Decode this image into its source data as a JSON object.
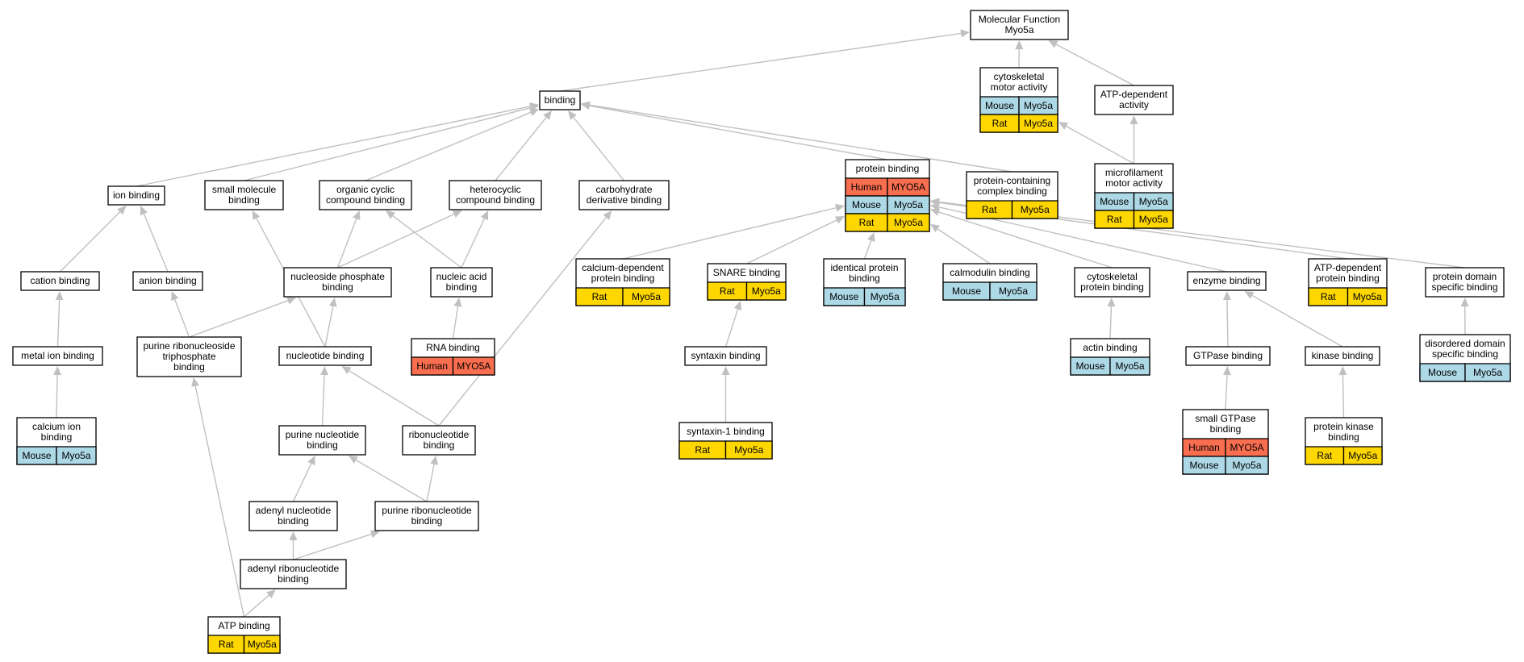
{
  "colors": {
    "edge": "#c0c0c0",
    "Human": "#fa6e50",
    "Mouse": "#add8e6",
    "Rat": "#ffd700"
  },
  "nodes": [
    {
      "id": "molecular_function",
      "label": [
        "Molecular Function",
        "Myo5a"
      ],
      "rows": []
    },
    {
      "id": "cytoskeletal_motor_activity",
      "label": [
        "cytoskeletal",
        "motor activity"
      ],
      "rows": [
        [
          "Mouse",
          "Myo5a"
        ],
        [
          "Rat",
          "Myo5a"
        ]
      ]
    },
    {
      "id": "atp_dependent_activity",
      "label": [
        "ATP-dependent",
        "activity"
      ],
      "rows": []
    },
    {
      "id": "microfilament_motor_activity",
      "label": [
        "microfilament",
        "motor activity"
      ],
      "rows": [
        [
          "Mouse",
          "Myo5a"
        ],
        [
          "Rat",
          "Myo5a"
        ]
      ]
    },
    {
      "id": "binding",
      "label": [
        "binding"
      ],
      "rows": []
    },
    {
      "id": "ion_binding",
      "label": [
        "ion binding"
      ],
      "rows": []
    },
    {
      "id": "small_molecule_binding",
      "label": [
        "small molecule",
        "binding"
      ],
      "rows": []
    },
    {
      "id": "organic_cyclic_compound_binding",
      "label": [
        "organic cyclic",
        "compound binding"
      ],
      "rows": []
    },
    {
      "id": "heterocyclic_compound_binding",
      "label": [
        "heterocyclic",
        "compound binding"
      ],
      "rows": []
    },
    {
      "id": "carbohydrate_derivative_binding",
      "label": [
        "carbohydrate",
        "derivative binding"
      ],
      "rows": []
    },
    {
      "id": "protein_binding",
      "label": [
        "protein binding"
      ],
      "rows": [
        [
          "Human",
          "MYO5A"
        ],
        [
          "Mouse",
          "Myo5a"
        ],
        [
          "Rat",
          "Myo5a"
        ]
      ]
    },
    {
      "id": "protein_containing_complex_binding",
      "label": [
        "protein-containing",
        "complex binding"
      ],
      "rows": [
        [
          "Rat",
          "Myo5a"
        ]
      ]
    },
    {
      "id": "cation_binding",
      "label": [
        "cation binding"
      ],
      "rows": []
    },
    {
      "id": "anion_binding",
      "label": [
        "anion binding"
      ],
      "rows": []
    },
    {
      "id": "nucleoside_phosphate_binding",
      "label": [
        "nucleoside phosphate",
        "binding"
      ],
      "rows": []
    },
    {
      "id": "nucleic_acid_binding",
      "label": [
        "nucleic acid",
        "binding"
      ],
      "rows": []
    },
    {
      "id": "calcium_dependent_protein_binding",
      "label": [
        "calcium-dependent",
        "protein binding"
      ],
      "rows": [
        [
          "Rat",
          "Myo5a"
        ]
      ]
    },
    {
      "id": "snare_binding",
      "label": [
        "SNARE binding"
      ],
      "rows": [
        [
          "Rat",
          "Myo5a"
        ]
      ]
    },
    {
      "id": "identical_protein_binding",
      "label": [
        "identical protein",
        "binding"
      ],
      "rows": [
        [
          "Mouse",
          "Myo5a"
        ]
      ]
    },
    {
      "id": "calmodulin_binding",
      "label": [
        "calmodulin binding"
      ],
      "rows": [
        [
          "Mouse",
          "Myo5a"
        ]
      ]
    },
    {
      "id": "cytoskeletal_protein_binding",
      "label": [
        "cytoskeletal",
        "protein binding"
      ],
      "rows": []
    },
    {
      "id": "enzyme_binding",
      "label": [
        "enzyme binding"
      ],
      "rows": []
    },
    {
      "id": "atp_dependent_protein_binding",
      "label": [
        "ATP-dependent",
        "protein binding"
      ],
      "rows": [
        [
          "Rat",
          "Myo5a"
        ]
      ]
    },
    {
      "id": "protein_domain_specific_binding",
      "label": [
        "protein domain",
        "specific binding"
      ],
      "rows": []
    },
    {
      "id": "metal_ion_binding",
      "label": [
        "metal ion binding"
      ],
      "rows": []
    },
    {
      "id": "purine_ribonucleoside_triphosphate_binding",
      "label": [
        "purine ribonucleoside",
        "triphosphate",
        "binding"
      ],
      "rows": []
    },
    {
      "id": "nucleotide_binding",
      "label": [
        "nucleotide binding"
      ],
      "rows": []
    },
    {
      "id": "rna_binding",
      "label": [
        "RNA binding"
      ],
      "rows": [
        [
          "Human",
          "MYO5A"
        ]
      ]
    },
    {
      "id": "syntaxin_binding",
      "label": [
        "syntaxin binding"
      ],
      "rows": []
    },
    {
      "id": "actin_binding",
      "label": [
        "actin binding"
      ],
      "rows": [
        [
          "Mouse",
          "Myo5a"
        ]
      ]
    },
    {
      "id": "gtpase_binding",
      "label": [
        "GTPase binding"
      ],
      "rows": []
    },
    {
      "id": "kinase_binding",
      "label": [
        "kinase binding"
      ],
      "rows": []
    },
    {
      "id": "disordered_domain_specific_binding",
      "label": [
        "disordered domain",
        "specific binding"
      ],
      "rows": [
        [
          "Mouse",
          "Myo5a"
        ]
      ]
    },
    {
      "id": "calcium_ion_binding",
      "label": [
        "calcium ion",
        "binding"
      ],
      "rows": [
        [
          "Mouse",
          "Myo5a"
        ]
      ]
    },
    {
      "id": "purine_nucleotide_binding",
      "label": [
        "purine nucleotide",
        "binding"
      ],
      "rows": []
    },
    {
      "id": "ribonucleotide_binding",
      "label": [
        "ribonucleotide",
        "binding"
      ],
      "rows": []
    },
    {
      "id": "syntaxin_1_binding",
      "label": [
        "syntaxin-1 binding"
      ],
      "rows": [
        [
          "Rat",
          "Myo5a"
        ]
      ]
    },
    {
      "id": "small_gtpase_binding",
      "label": [
        "small GTPase",
        "binding"
      ],
      "rows": [
        [
          "Human",
          "MYO5A"
        ],
        [
          "Mouse",
          "Myo5a"
        ]
      ]
    },
    {
      "id": "protein_kinase_binding",
      "label": [
        "protein kinase",
        "binding"
      ],
      "rows": [
        [
          "Rat",
          "Myo5a"
        ]
      ]
    },
    {
      "id": "adenyl_nucleotide_binding",
      "label": [
        "adenyl nucleotide",
        "binding"
      ],
      "rows": []
    },
    {
      "id": "purine_ribonucleotide_binding",
      "label": [
        "purine ribonucleotide",
        "binding"
      ],
      "rows": []
    },
    {
      "id": "adenyl_ribonucleotide_binding",
      "label": [
        "adenyl ribonucleotide",
        "binding"
      ],
      "rows": []
    },
    {
      "id": "atp_binding",
      "label": [
        "ATP binding"
      ],
      "rows": [
        [
          "Rat",
          "Myo5a"
        ]
      ]
    }
  ],
  "edges": [
    [
      "binding",
      "molecular_function"
    ],
    [
      "cytoskeletal_motor_activity",
      "molecular_function"
    ],
    [
      "atp_dependent_activity",
      "molecular_function"
    ],
    [
      "microfilament_motor_activity",
      "cytoskeletal_motor_activity"
    ],
    [
      "microfilament_motor_activity",
      "atp_dependent_activity"
    ],
    [
      "ion_binding",
      "binding"
    ],
    [
      "small_molecule_binding",
      "binding"
    ],
    [
      "organic_cyclic_compound_binding",
      "binding"
    ],
    [
      "heterocyclic_compound_binding",
      "binding"
    ],
    [
      "carbohydrate_derivative_binding",
      "binding"
    ],
    [
      "protein_binding",
      "binding"
    ],
    [
      "protein_containing_complex_binding",
      "binding"
    ],
    [
      "cation_binding",
      "ion_binding"
    ],
    [
      "anion_binding",
      "ion_binding"
    ],
    [
      "metal_ion_binding",
      "cation_binding"
    ],
    [
      "calcium_ion_binding",
      "metal_ion_binding"
    ],
    [
      "purine_ribonucleoside_triphosphate_binding",
      "anion_binding"
    ],
    [
      "purine_ribonucleoside_triphosphate_binding",
      "nucleoside_phosphate_binding"
    ],
    [
      "nucleoside_phosphate_binding",
      "organic_cyclic_compound_binding"
    ],
    [
      "nucleoside_phosphate_binding",
      "heterocyclic_compound_binding"
    ],
    [
      "nucleic_acid_binding",
      "organic_cyclic_compound_binding"
    ],
    [
      "nucleic_acid_binding",
      "heterocyclic_compound_binding"
    ],
    [
      "rna_binding",
      "nucleic_acid_binding"
    ],
    [
      "nucleotide_binding",
      "small_molecule_binding"
    ],
    [
      "nucleotide_binding",
      "nucleoside_phosphate_binding"
    ],
    [
      "purine_nucleotide_binding",
      "nucleotide_binding"
    ],
    [
      "ribonucleotide_binding",
      "nucleotide_binding"
    ],
    [
      "ribonucleotide_binding",
      "carbohydrate_derivative_binding"
    ],
    [
      "adenyl_nucleotide_binding",
      "purine_nucleotide_binding"
    ],
    [
      "purine_ribonucleotide_binding",
      "purine_nucleotide_binding"
    ],
    [
      "purine_ribonucleotide_binding",
      "ribonucleotide_binding"
    ],
    [
      "adenyl_ribonucleotide_binding",
      "adenyl_nucleotide_binding"
    ],
    [
      "adenyl_ribonucleotide_binding",
      "purine_ribonucleotide_binding"
    ],
    [
      "atp_binding",
      "adenyl_ribonucleotide_binding"
    ],
    [
      "atp_binding",
      "purine_ribonucleoside_triphosphate_binding"
    ],
    [
      "calcium_dependent_protein_binding",
      "protein_binding"
    ],
    [
      "snare_binding",
      "protein_binding"
    ],
    [
      "identical_protein_binding",
      "protein_binding"
    ],
    [
      "calmodulin_binding",
      "protein_binding"
    ],
    [
      "cytoskeletal_protein_binding",
      "protein_binding"
    ],
    [
      "enzyme_binding",
      "protein_binding"
    ],
    [
      "atp_dependent_protein_binding",
      "protein_binding"
    ],
    [
      "protein_domain_specific_binding",
      "protein_binding"
    ],
    [
      "syntaxin_binding",
      "snare_binding"
    ],
    [
      "syntaxin_1_binding",
      "syntaxin_binding"
    ],
    [
      "actin_binding",
      "cytoskeletal_protein_binding"
    ],
    [
      "gtpase_binding",
      "enzyme_binding"
    ],
    [
      "kinase_binding",
      "enzyme_binding"
    ],
    [
      "small_gtpase_binding",
      "gtpase_binding"
    ],
    [
      "protein_kinase_binding",
      "kinase_binding"
    ],
    [
      "disordered_domain_specific_binding",
      "protein_domain_specific_binding"
    ]
  ]
}
